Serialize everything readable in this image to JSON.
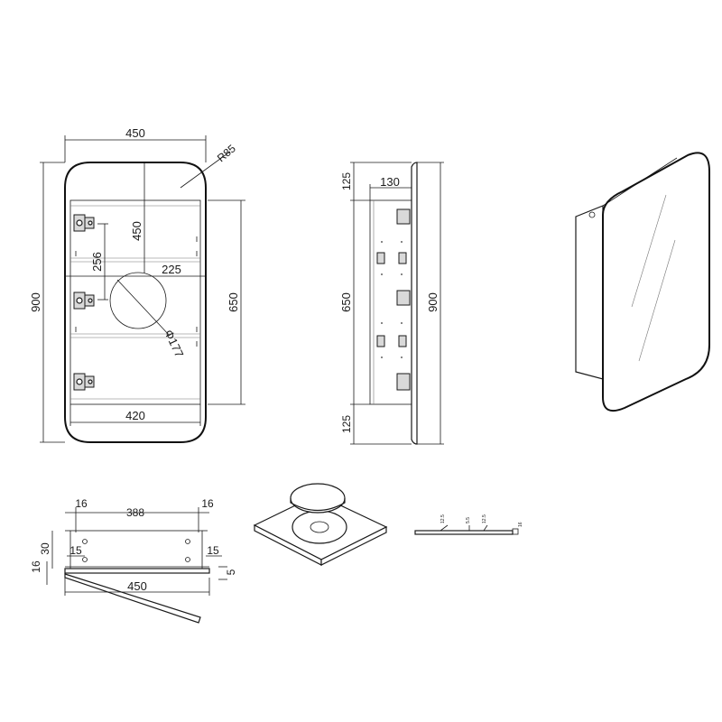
{
  "front_view": {
    "width": "450",
    "height": "900",
    "corner_radius": "R85",
    "inner_width": "420",
    "inner_height": "650",
    "top_to_cutout": "450",
    "left_to_cutout": "225",
    "hinge_spacing": "256",
    "cutout_diameter": "Φ177"
  },
  "side_view": {
    "depth": "130",
    "top_offset": "125",
    "bottom_offset": "125",
    "body_height": "650",
    "total_height": "900"
  },
  "section_view": {
    "left_edge": "16",
    "right_edge": "16",
    "span": "388",
    "height": "30",
    "left_hole": "15",
    "right_hole": "15",
    "base": "16",
    "lip": "5",
    "total_width": "450"
  },
  "strip_detail": {
    "labels": [
      "12.5",
      "5.5",
      "12.5",
      "16"
    ]
  }
}
